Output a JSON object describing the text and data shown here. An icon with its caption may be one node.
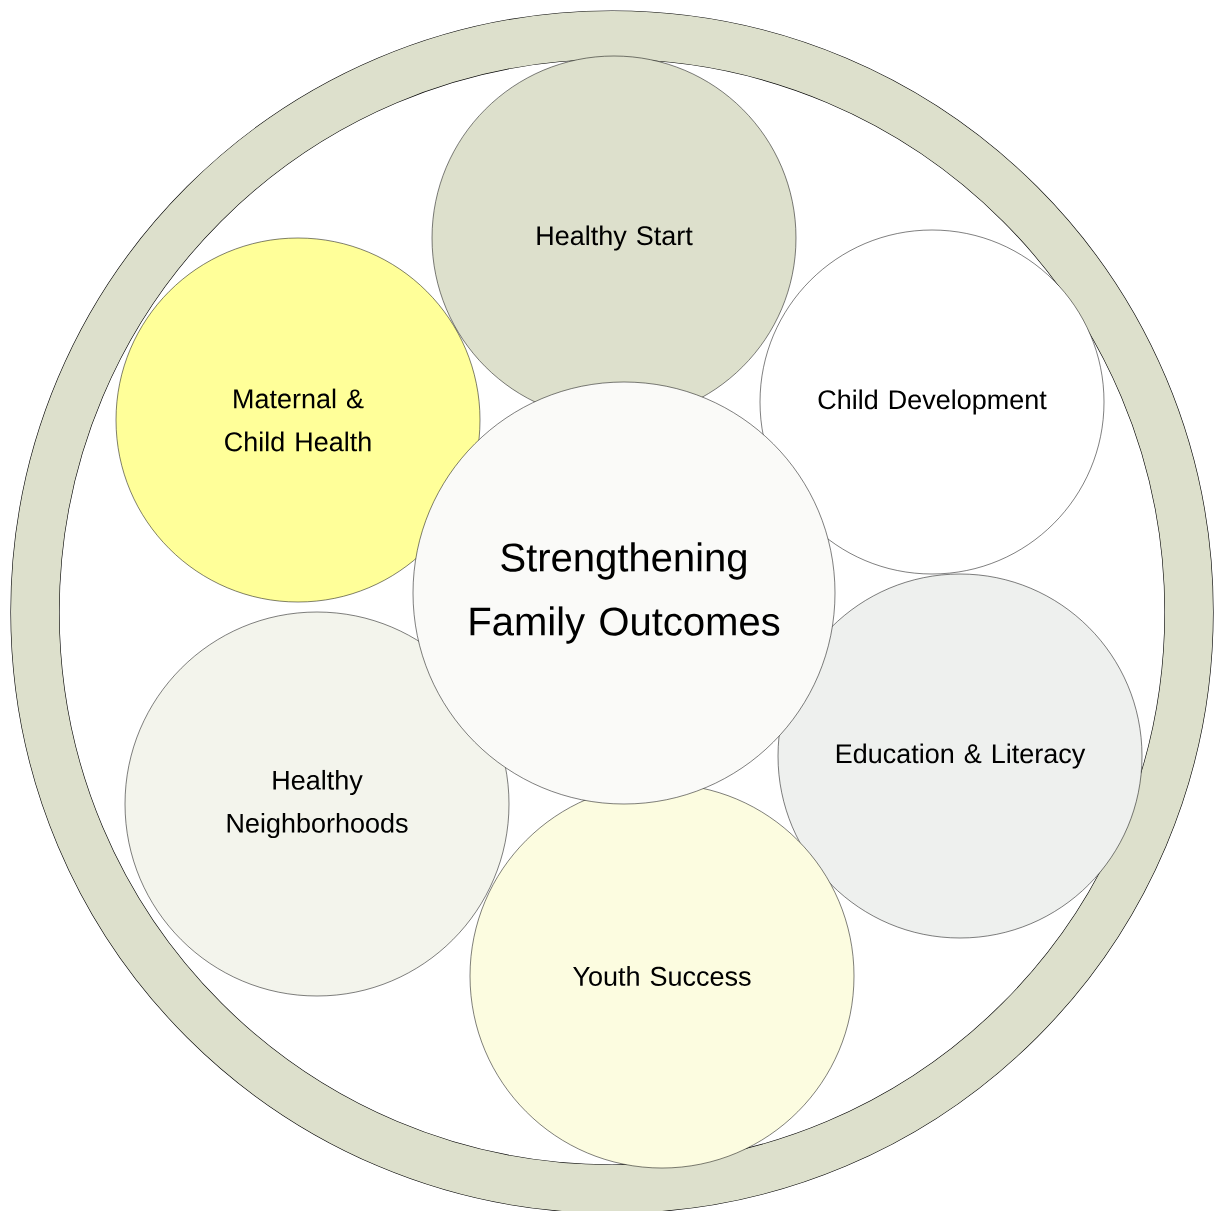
{
  "diagram": {
    "nodes": [
      {
        "text": [],
        "shape": "circle"
      },
      {
        "text": [
          "Healthy Start"
        ],
        "in": 0
      },
      {
        "text": [
          "Maternal & Child Health"
        ],
        "in": 0
      },
      {
        "text": [
          "Child Development"
        ],
        "in": 0
      },
      {
        "text": [
          "Strengthening Family Outcomes"
        ],
        "in": 0
      },
      {
        "text": [
          "Education & Literacy"
        ],
        "in": 0
      },
      {
        "text": [
          "Healthy Neighborhoods"
        ],
        "in": 0
      },
      {
        "text": [
          "Youth Success"
        ],
        "in": 0
      }
    ]
  }
}
